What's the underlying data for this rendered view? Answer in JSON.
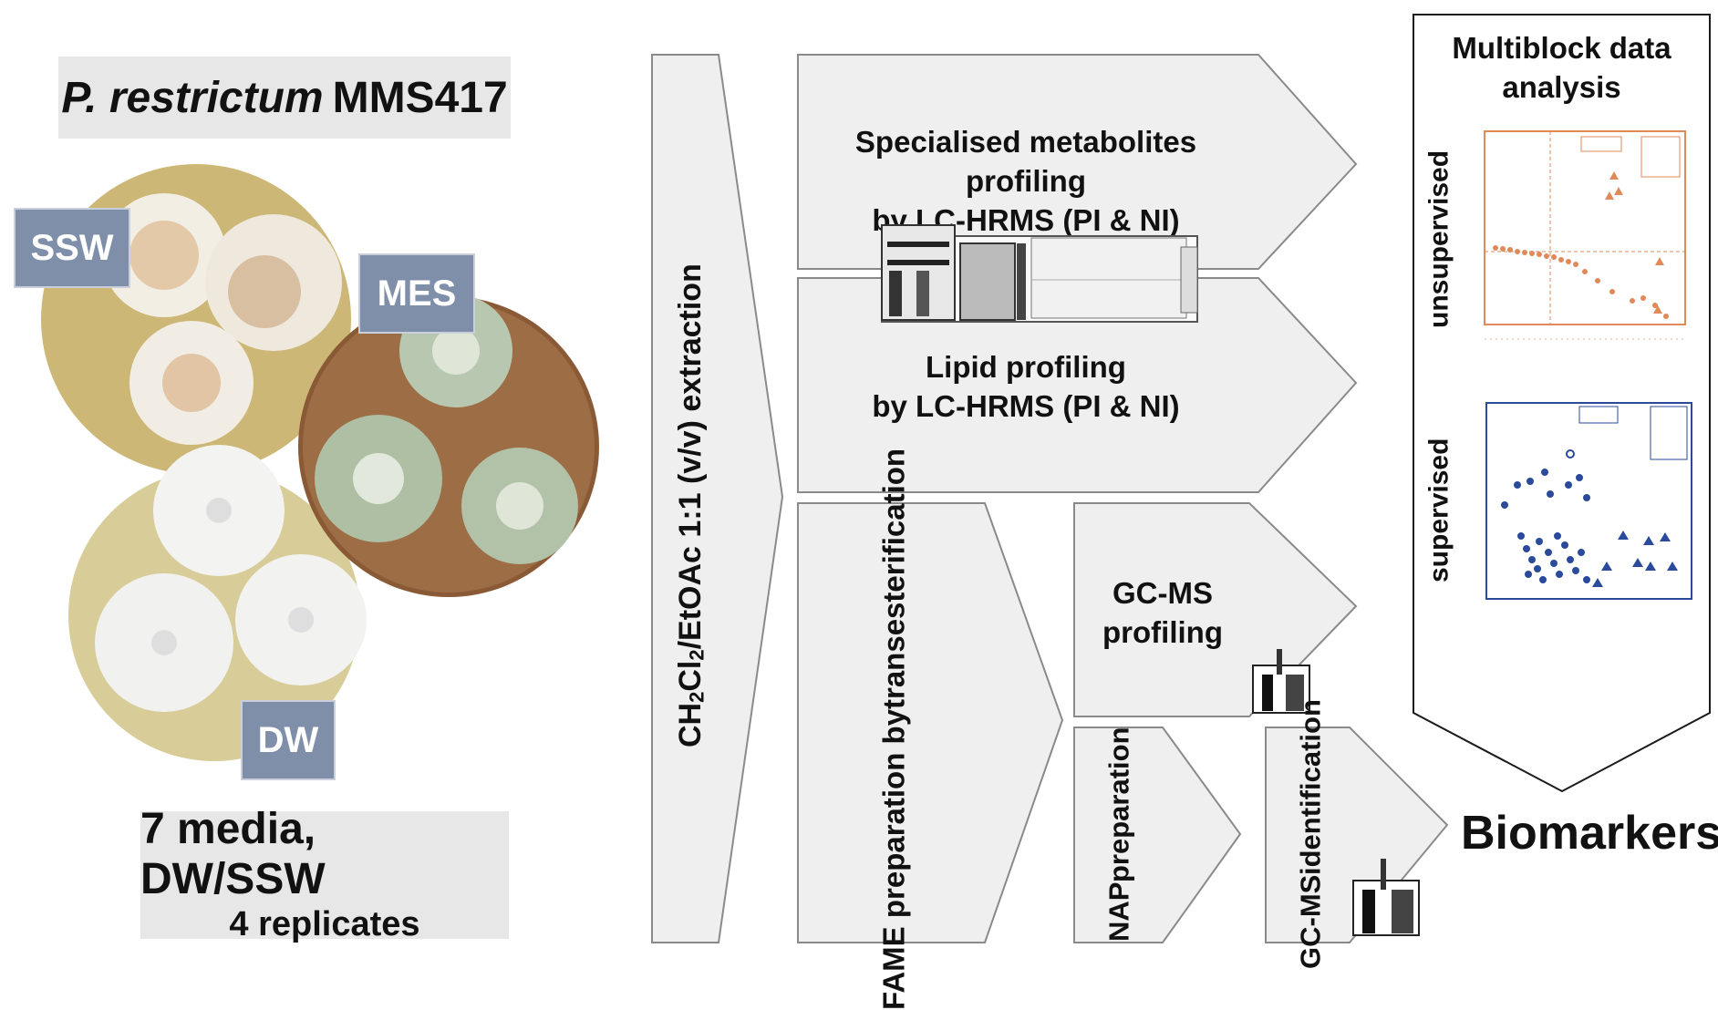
{
  "left": {
    "strain_italic": "P. restrictum",
    "strain_code": "MMS417",
    "labels": {
      "ssw": "SSW",
      "mes": "MES",
      "dw": "DW"
    },
    "media_line1": "7 media, DW/SSW",
    "media_line2": "4 replicates"
  },
  "extraction": {
    "prefix": "CH",
    "sub1": "2",
    "mid": "Cl",
    "sub2": "2",
    "suffix": "/EtOAc 1:1 (v/v) extraction"
  },
  "steps": {
    "specialised_line1": "Specialised metabolites profiling",
    "specialised_line2": "by LC-HRMS (PI & NI)",
    "lipid_line1": "Lipid profiling",
    "lipid_line2": "by LC-HRMS (PI & NI)",
    "fame_line1": "FAME preparation by",
    "fame_line2": "transesterification",
    "gcms_line1": "GC-MS",
    "gcms_line2": "profiling",
    "nap_line1": "NAP",
    "nap_line2": "preparation",
    "gcms_id_line1": "GC-MS",
    "gcms_id_line2": "identification"
  },
  "analysis": {
    "title_line1": "Multiblock data",
    "title_line2": "analysis",
    "unsupervised": "unsupervised",
    "supervised": "supervised"
  },
  "result": "Biomarkers",
  "colors": {
    "tag_bg": "#7f8ea9",
    "arrow_fill": "#efefef",
    "arrow_stroke": "#8a8a8a",
    "unsupervised_plot": "#e08a5a",
    "supervised_plot": "#2a4a9a"
  }
}
